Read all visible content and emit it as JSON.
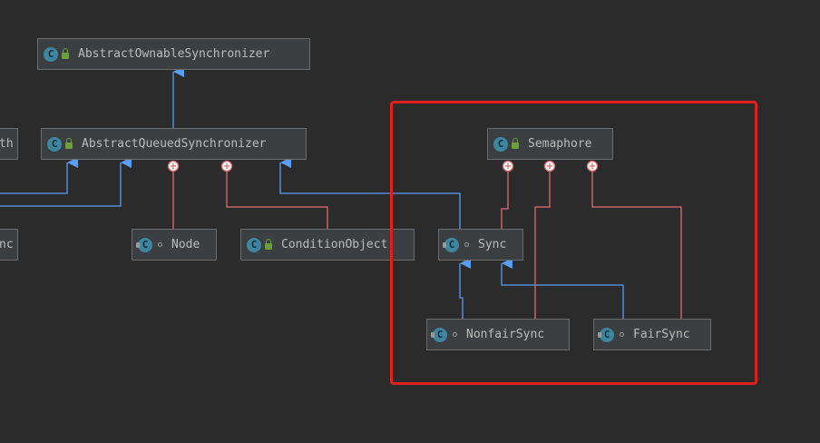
{
  "nodes": {
    "aos": "AbstractOwnableSynchronizer",
    "aqs": "AbstractQueuedSynchronizer",
    "left_partial_top": "th",
    "left_partial_mid": "nc",
    "node": "Node",
    "condition_object": "ConditionObject",
    "semaphore": "Semaphore",
    "sync": "Sync",
    "nonfair_sync": "NonfairSync",
    "fair_sync": "FairSync"
  },
  "icon_letter": "C",
  "colors": {
    "background": "#2b2b2b",
    "node_fill": "#3c3f41",
    "inheritance_edge": "#589df6",
    "inner_class_edge": "#e06c6c",
    "highlight": "#e0201f"
  }
}
